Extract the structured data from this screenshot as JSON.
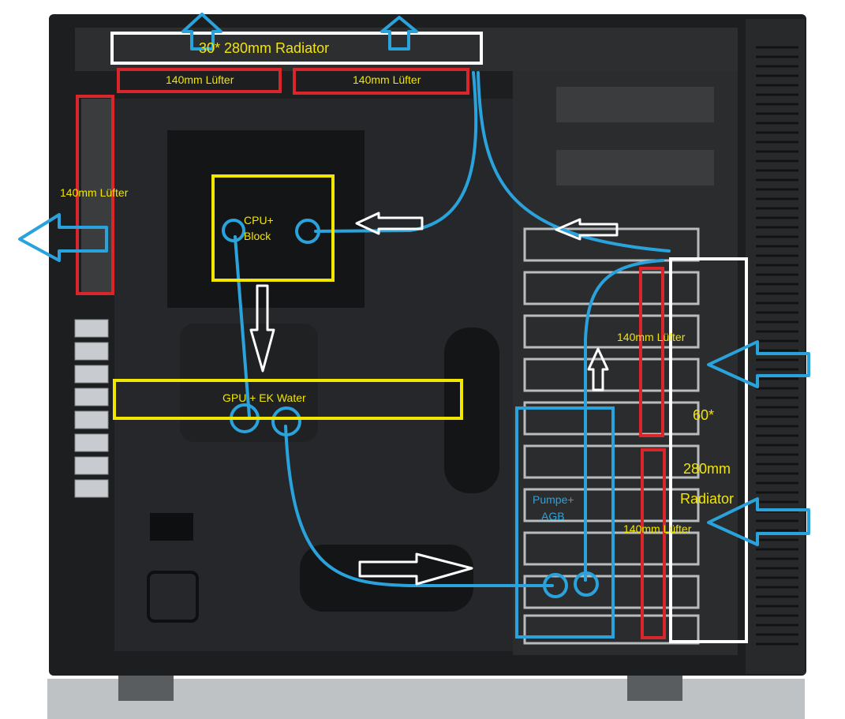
{
  "labels": {
    "top_radiator": "30* 280mm Radiator",
    "top_fan_left": "140mm Lüfter",
    "top_fan_right": "140mm Lüfter",
    "rear_fan": "140mm Lüfter",
    "cpu_block_line1": "CPU+",
    "cpu_block_line2": "Block",
    "gpu_block": "GPU + EK Water",
    "front_fan_upper": "140mm Lüfter",
    "front_fan_lower": "140mm Lüfter",
    "front_radiator_line1": "60*",
    "front_radiator_line2": "280mm",
    "front_radiator_line3": "Radiator",
    "pump_line1": "Pumpe+",
    "pump_line2": "AGB"
  },
  "colors": {
    "fan_box": "#d8262b",
    "block_box": "#f2e500",
    "radiator_box": "#ffffff",
    "tube": "#2aa3dc",
    "airflow_arrow": "#2aa3dc",
    "flow_arrow": "#ffffff"
  }
}
